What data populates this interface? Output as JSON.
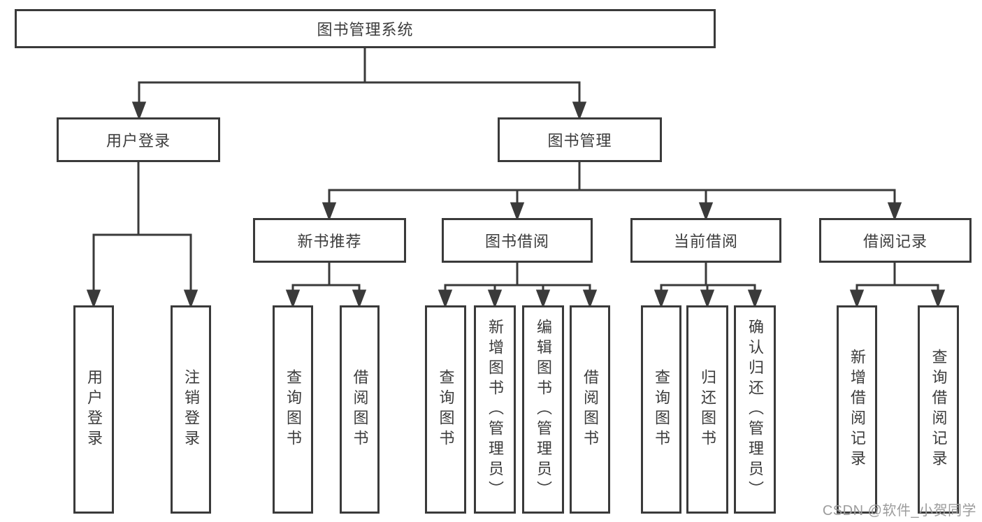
{
  "diagram": {
    "type": "tree",
    "root": {
      "label": "图书管理系统"
    },
    "branches": [
      {
        "label": "用户登录",
        "children": [
          {
            "label": "用户登录"
          },
          {
            "label": "注销登录"
          }
        ]
      },
      {
        "label": "图书管理",
        "children": [
          {
            "label": "新书推荐",
            "children": [
              {
                "label": "查询图书"
              },
              {
                "label": "借阅图书"
              }
            ]
          },
          {
            "label": "图书借阅",
            "children": [
              {
                "label": "查询图书"
              },
              {
                "label": "新增图书（管理员）"
              },
              {
                "label": "编辑图书（管理员）"
              },
              {
                "label": "借阅图书"
              }
            ]
          },
          {
            "label": "当前借阅",
            "children": [
              {
                "label": "查询图书"
              },
              {
                "label": "归还图书"
              },
              {
                "label": "确认归还（管理员）"
              }
            ]
          },
          {
            "label": "借阅记录",
            "children": [
              {
                "label": "新增借阅记录"
              },
              {
                "label": "查询借阅记录"
              }
            ]
          }
        ]
      }
    ]
  },
  "watermark": {
    "text": "CSDN @软件_小贺同学"
  },
  "colors": {
    "line": "#3a3a3a",
    "box_border": "#3a3a3a",
    "text": "#3c3c3c",
    "watermark": "#9c9c9c",
    "background": "#ffffff"
  }
}
